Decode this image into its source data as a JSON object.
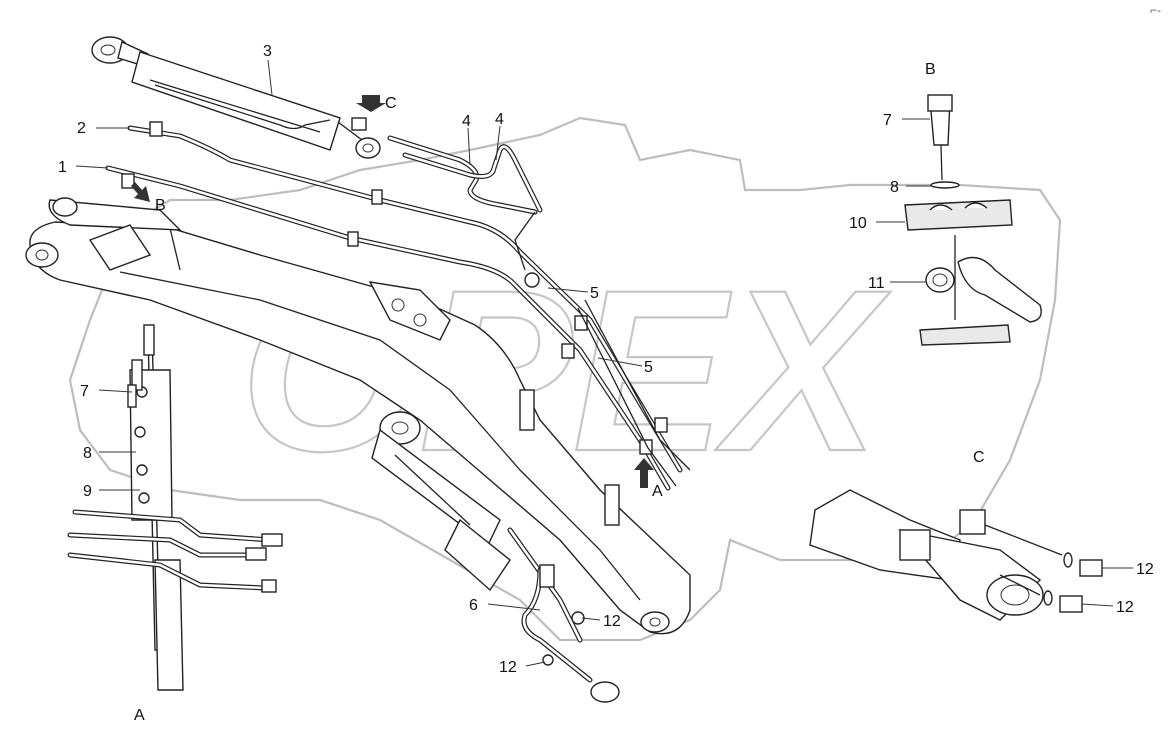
{
  "watermark": {
    "text": "OPEX"
  },
  "corner_mark": "⌐-",
  "callouts": [
    {
      "id": "c3",
      "text": "3"
    },
    {
      "id": "c2",
      "text": "2"
    },
    {
      "id": "c1",
      "text": "1"
    },
    {
      "id": "c4a",
      "text": "4"
    },
    {
      "id": "c4b",
      "text": "4"
    },
    {
      "id": "c5a",
      "text": "5"
    },
    {
      "id": "c5b",
      "text": "5"
    },
    {
      "id": "c6",
      "text": "6"
    },
    {
      "id": "c7",
      "text": "7"
    },
    {
      "id": "c8",
      "text": "8"
    },
    {
      "id": "c9",
      "text": "9"
    },
    {
      "id": "c12a",
      "text": "12"
    },
    {
      "id": "c12b",
      "text": "12"
    },
    {
      "id": "cB7",
      "text": "7"
    },
    {
      "id": "cB8",
      "text": "8"
    },
    {
      "id": "cB10",
      "text": "10"
    },
    {
      "id": "cB11",
      "text": "11"
    },
    {
      "id": "cC12a",
      "text": "12"
    },
    {
      "id": "cC12b",
      "text": "12"
    }
  ],
  "view_markers": [
    {
      "id": "arrowC",
      "text": "C"
    },
    {
      "id": "arrowB",
      "text": "B"
    },
    {
      "id": "arrowA",
      "text": "A"
    }
  ],
  "detail_titles": {
    "A": "A",
    "B": "B",
    "C": "C"
  }
}
